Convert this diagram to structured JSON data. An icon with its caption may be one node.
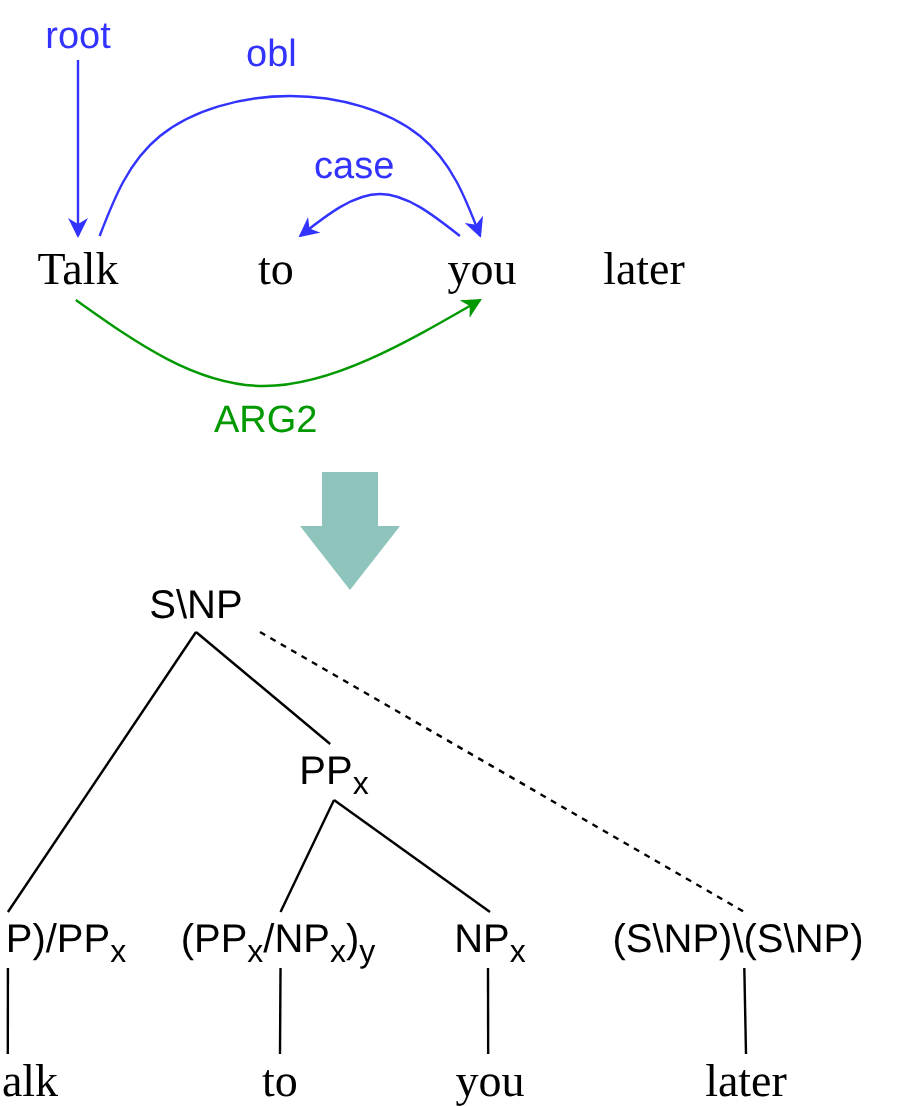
{
  "diagram": {
    "nodes": [
      {
        "text": [
          "root"
        ]
      },
      {
        "text": [
          "Talk"
        ]
      },
      {
        "text": [
          "to"
        ]
      },
      {
        "text": [
          "you"
        ]
      },
      {
        "text": [
          "later"
        ]
      },
      {
        "text": [
          "S\\NP"
        ]
      },
      {
        "text": [
          "PP$_{x}$"
        ]
      },
      {
        "text": [
          "P)/PP$_{x}$"
        ]
      },
      {
        "text": [
          "(PP$_{x}$/NP$_{x}$)$_{y}$"
        ]
      },
      {
        "text": [
          "NP$_{x}$"
        ]
      },
      {
        "text": [
          "(S\\NP)\\(S\\NP)"
        ]
      },
      {
        "text": [
          "alk"
        ]
      },
      {
        "text": [
          "to"
        ]
      },
      {
        "text": [
          "you"
        ]
      },
      {
        "text": [
          "later"
        ]
      }
    ],
    "edges": [
      {
        "from": 0,
        "to": 1,
        "arrow": "to",
        "color": "#3333ff"
      },
      {
        "from": 1,
        "to": 3,
        "arrow": "to",
        "label": "obl",
        "color": "#3333ff"
      },
      {
        "from": 3,
        "to": 2,
        "arrow": "to",
        "label": "case",
        "color": "#3333ff"
      },
      {
        "from": 1,
        "to": 3,
        "arrow": "to",
        "label": "ARG2",
        "color": "#009900"
      },
      {
        "from": 5,
        "to": 6,
        "arrow": "none"
      },
      {
        "from": 5,
        "to": 7,
        "arrow": "none"
      },
      {
        "from": 5,
        "to": 10,
        "arrow": "none",
        "style": "dashed"
      },
      {
        "from": 6,
        "to": 8,
        "arrow": "none"
      },
      {
        "from": 6,
        "to": 9,
        "arrow": "none"
      },
      {
        "from": 7,
        "to": 11,
        "arrow": "none"
      },
      {
        "from": 8,
        "to": 12,
        "arrow": "none"
      },
      {
        "from": 9,
        "to": 13,
        "arrow": "none"
      },
      {
        "from": 10,
        "to": 14,
        "arrow": "none"
      }
    ]
  }
}
